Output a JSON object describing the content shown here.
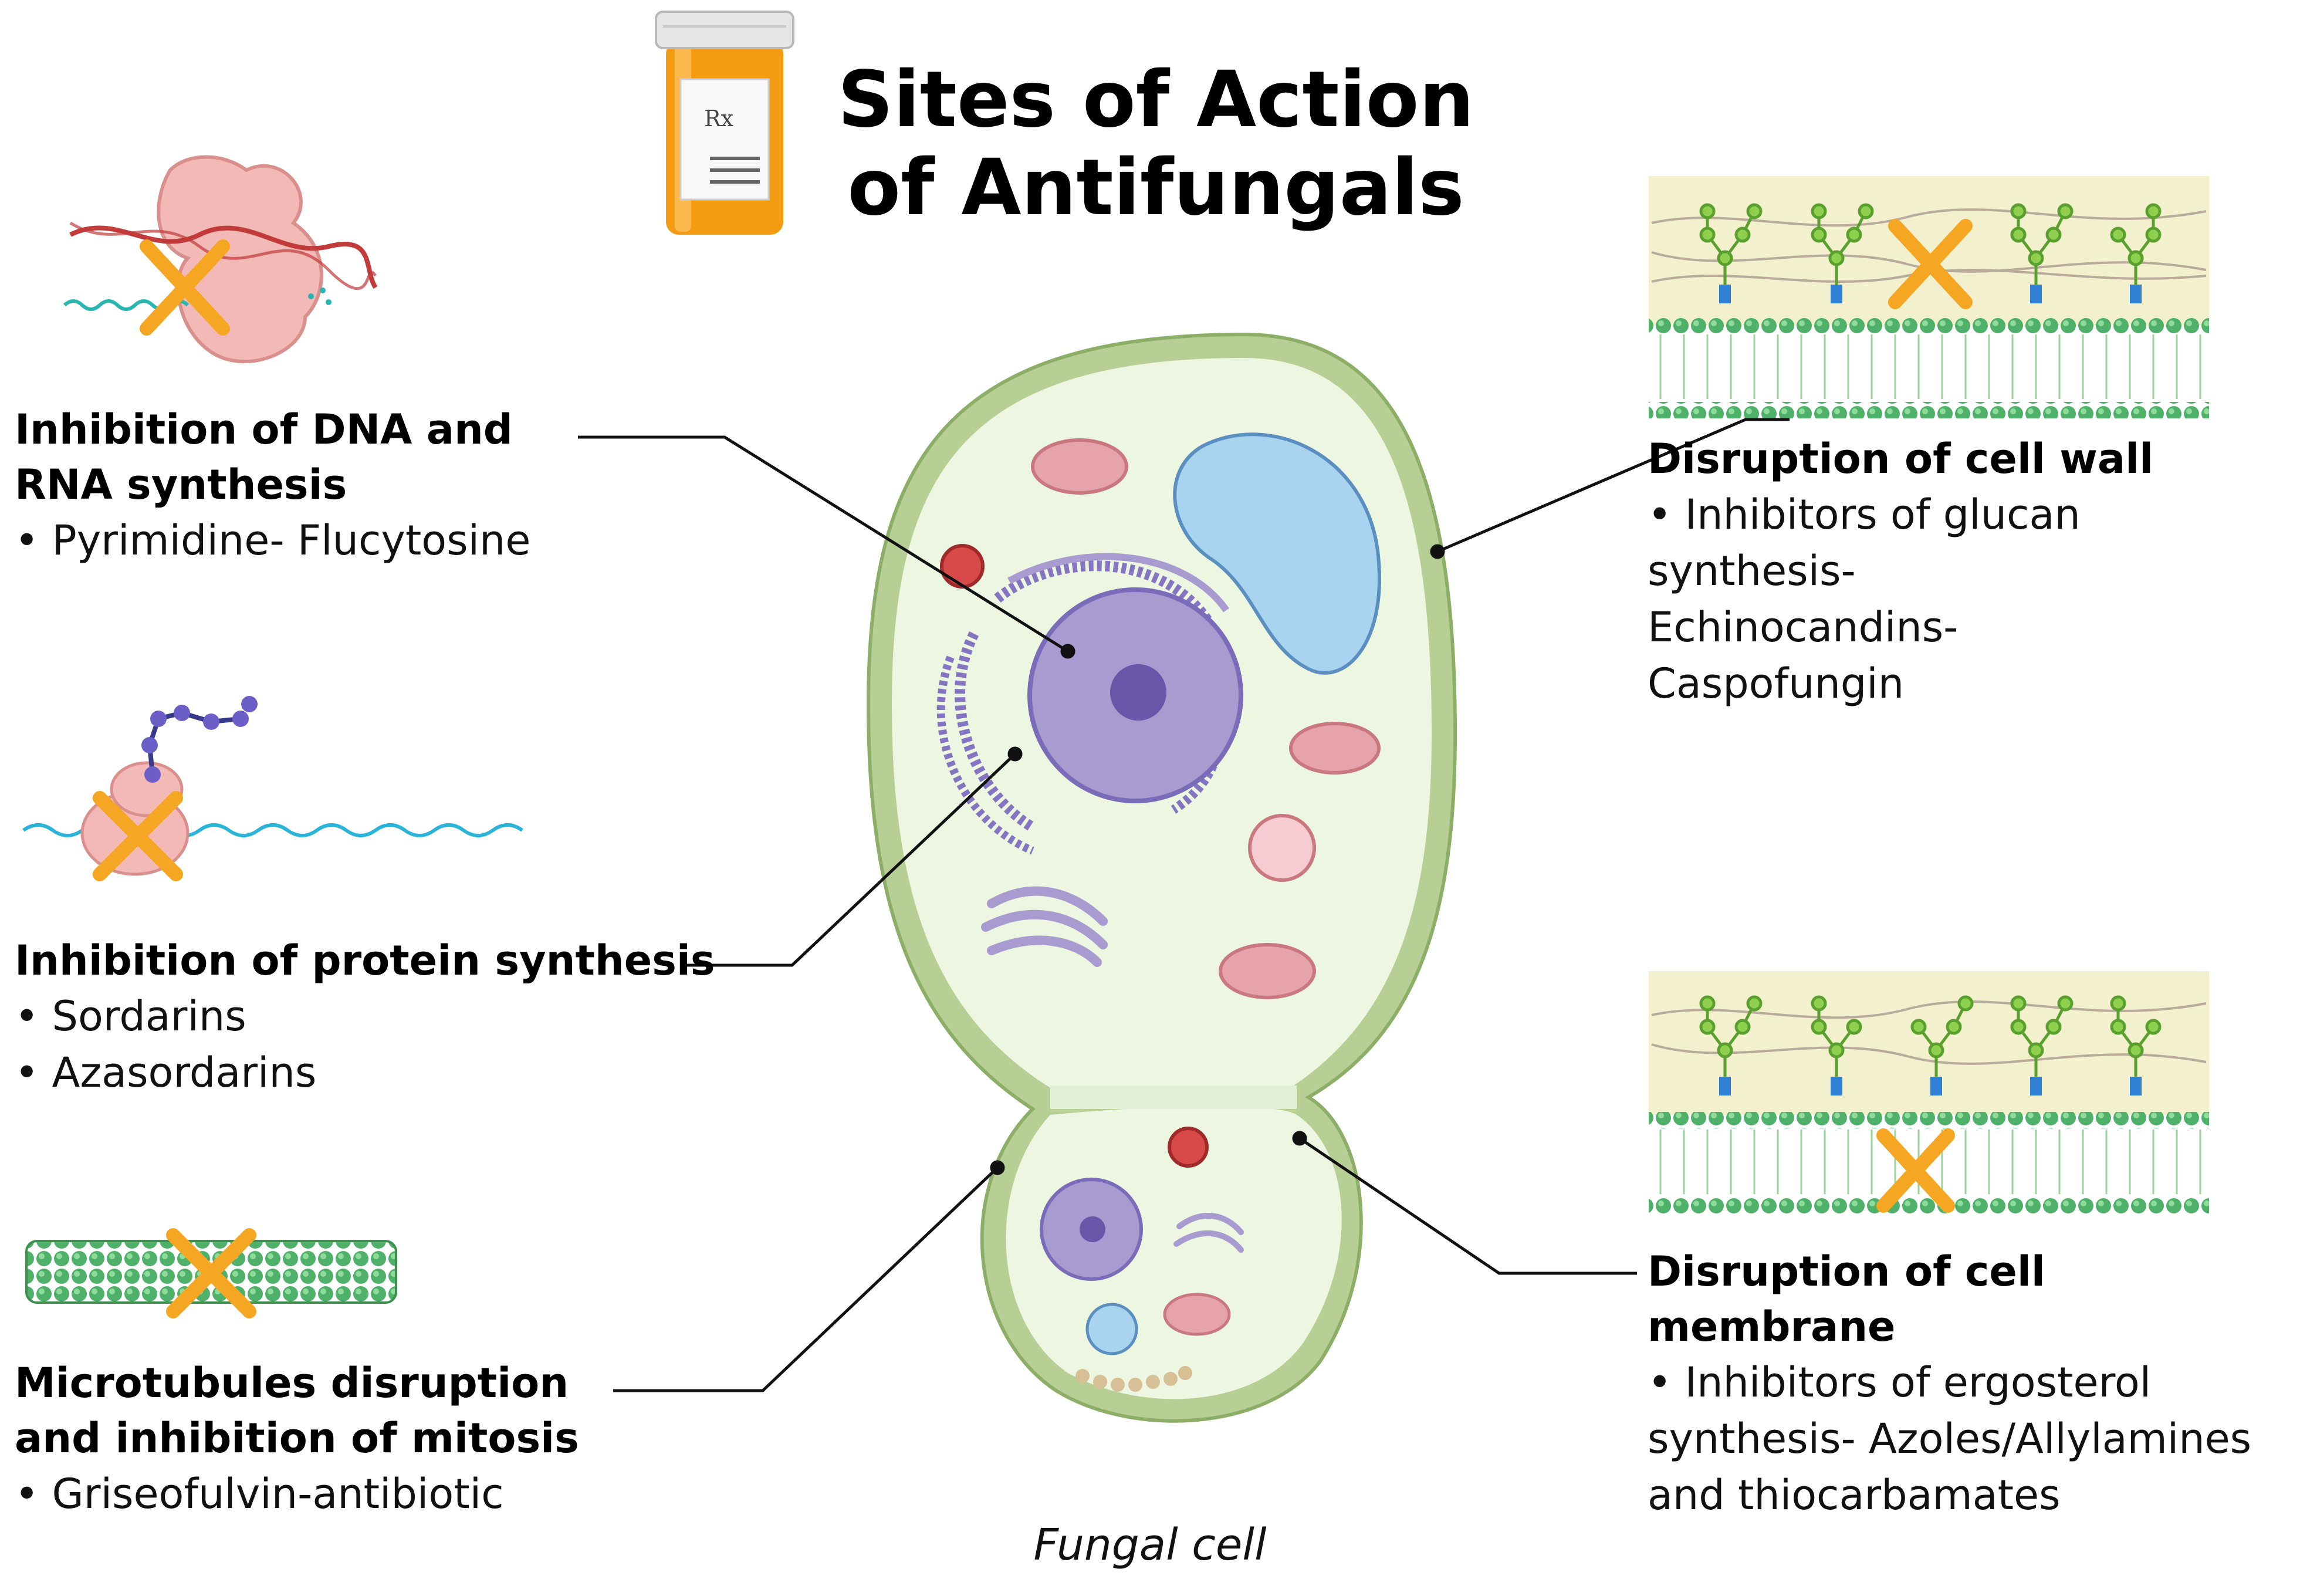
{
  "title_line1": "Sites of Action",
  "title_line2": "of Antifungals",
  "caption": "Fungal cell",
  "rx_label": "Rx",
  "colors": {
    "cell_wall": "#b7cf95",
    "cell_fill": "#edf6e1",
    "cross": "#f5a623",
    "nucleus": "#a79bd0",
    "mitochondria": "#e7a3ac",
    "vacuole": "#a9d4f0",
    "membrane_green": "#6dbf55",
    "wall_band": "#f3f0cd"
  },
  "blocks": {
    "dna": {
      "heading_1": "Inhibition of DNA and",
      "heading_2": "RNA   synthesis",
      "item_1": "• Pyrimidine- Flucytosine"
    },
    "protein": {
      "heading_1": "Inhibition of protein synthesis",
      "item_1": "• Sordarins",
      "item_2": "• Azasordarins"
    },
    "microtubule": {
      "heading_1": "Microtubules disruption",
      "heading_2": "and inhibition of mitosis",
      "item_1": "• Griseofulvin-antibiotic"
    },
    "wall": {
      "heading_1": "Disruption of cell wall",
      "item_1": "• Inhibitors of glucan",
      "item_2": "synthesis-",
      "item_3": "Echinocandins-",
      "item_4": "Caspofungin"
    },
    "membrane": {
      "heading_1": "Disruption of cell membrane",
      "item_1": "• Inhibitors of ergosterol",
      "item_2": "synthesis- Azoles/Allylamines",
      "item_3": "and thiocarbamates"
    }
  }
}
